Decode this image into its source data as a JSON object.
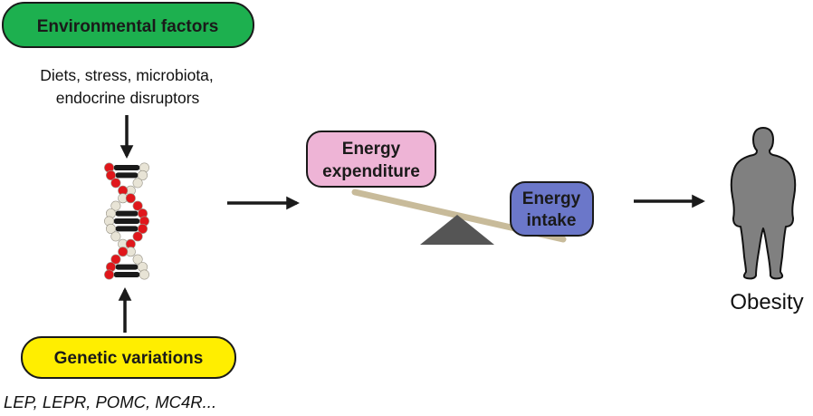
{
  "diagram": {
    "environmental": {
      "label": "Environmental factors",
      "examples_line1": "Diets, stress, microbiota,",
      "examples_line2": "endocrine disruptors",
      "color": "#1db04f"
    },
    "genetic": {
      "label": "Genetic variations",
      "examples": "LEP, LEPR, POMC, MC4R...",
      "color": "#ffee00"
    },
    "dna": {
      "icon": "dna-helix-icon",
      "strand_colors": {
        "red": "#e0161b",
        "cream": "#e8e4d6",
        "rung": "#1a1a1a"
      }
    },
    "balance": {
      "expenditure_line1": "Energy",
      "expenditure_line2": "expenditure",
      "expenditure_color": "#eeb4d6",
      "intake_line1": "Energy",
      "intake_line2": "intake",
      "intake_color": "#6b77c9",
      "beam_color": "#c8bb9a",
      "fulcrum_color": "#555555",
      "tilt": "intake side lower"
    },
    "outcome": {
      "label": "Obesity",
      "icon": "obese-person-icon",
      "color": "#808080"
    },
    "arrow_color": "#1a1a1a"
  }
}
